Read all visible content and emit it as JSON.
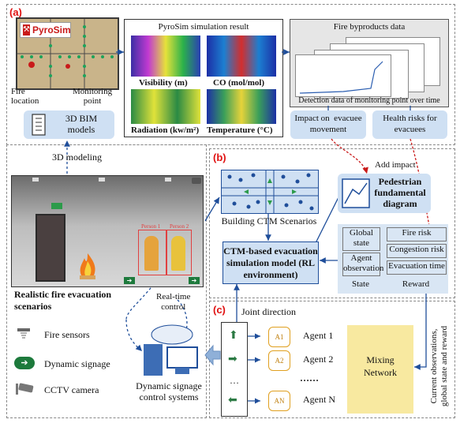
{
  "panels": {
    "a": "(a)",
    "b": "(b)",
    "c": "(c)"
  },
  "pyrosim": {
    "logo": "PyroSim",
    "fire_location": "Fire\nlocation",
    "monitoring_point": "Monitoring\npoint"
  },
  "bim": {
    "label": "3D BIM\nmodels"
  },
  "sim_result": {
    "title": "PyroSim simulation result",
    "items": [
      "Visibility (m)",
      "CO (mol/mol)",
      "Radiation (kw/m²)",
      "Temperature (°C)"
    ]
  },
  "byproducts": {
    "title": "Fire byproducts data",
    "caption": "Detection data of monitoring point over time"
  },
  "impacts": {
    "movement": "Impact on  evacuee\nmovement",
    "health": "Health risks for\nevacuees"
  },
  "modeling": "3D modeling",
  "scene": {
    "title": "Realistic fire evacuation\nscenarios",
    "person_labels": [
      "Person 1",
      "Person 2"
    ]
  },
  "legend": [
    "Fire sensors",
    "Dynamic signage",
    "CCTV camera"
  ],
  "ctm": {
    "scenarios": "Building CTM Scenarios",
    "model": "CTM-based evacuation\nsimulation model (RL\nenvironment)"
  },
  "add_impact": "Add impact",
  "pedestrian": "Pedestrian\nfundamental\ndiagram",
  "state": {
    "items": [
      "Global\nstate",
      "Agent\nobservation"
    ],
    "label": "State"
  },
  "reward": {
    "items": [
      "Fire risk",
      "Congestion risk",
      "Evacuation time"
    ],
    "label": "Reward"
  },
  "realtime": "Real-time\ncontrol",
  "signage_control": "Dynamic signage\ncontrol systems",
  "joint_direction": "Joint direction",
  "agents": [
    "Agent 1",
    "Agent 2",
    "……",
    "Agent N"
  ],
  "agent_badges": [
    "A1",
    "A2",
    "AN"
  ],
  "ellipsis": "…",
  "mixing": "Mixing\nNetwork",
  "side_text": "Current observations,\nglobal state and reward",
  "colors": {
    "accent_red": "#e01010",
    "box_blue": "#cfe0f3",
    "mixing_yellow": "#f8e9a0",
    "arrow_blue": "#1f4e9a"
  }
}
